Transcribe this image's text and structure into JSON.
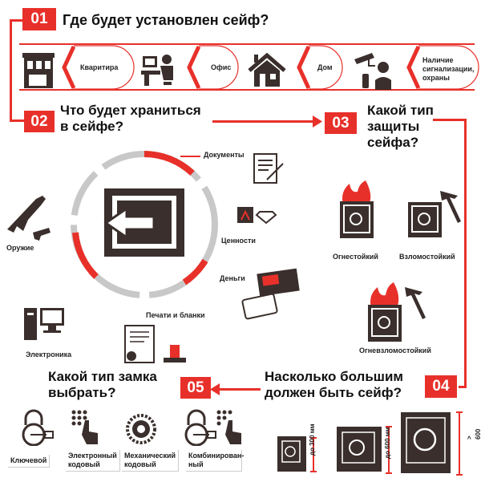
{
  "steps": [
    {
      "num": "01",
      "title": "Где будет установлен сейф?"
    },
    {
      "num": "02",
      "title_l1": "Что будет храниться",
      "title_l2": "в сейфе?"
    },
    {
      "num": "03",
      "title_l1": "Какой тип",
      "title_l2": "защиты",
      "title_l3": "сейфа?"
    },
    {
      "num": "04",
      "title_l1": "Насколько большим",
      "title_l2": "должен быть сейф?"
    },
    {
      "num": "05",
      "title_l1": "Какой тип замка",
      "title_l2": "выбрать?"
    }
  ],
  "locations": [
    "Кваритира",
    "Офис",
    "Дом"
  ],
  "location_security": {
    "l1": "Наличие",
    "l2": "сигнализации,",
    "l3": "охраны"
  },
  "contents": {
    "documents": "Документы",
    "valuables": "Ценности",
    "money": "Деньги",
    "stamps": "Печати и бланки",
    "electronics": "Электроника",
    "weapons": "Оружие"
  },
  "protection": {
    "fire": "Огнестойкий",
    "burglary": "Взломостойкий",
    "fire_burglary": "Огневзломостойкий"
  },
  "locks": {
    "key": "Ключевой",
    "electronic_l1": "Электронный",
    "electronic_l2": "кодовый",
    "mechanical_l1": "Механический",
    "mechanical_l2": "кодовый",
    "combined_l1": "Комбинирован-",
    "combined_l2": "ный"
  },
  "sizes": [
    "до 300 мм",
    "до 600 мм",
    "> 600 мм"
  ],
  "colors": {
    "accent": "#e8302a",
    "icon": "#3a2f2c"
  }
}
